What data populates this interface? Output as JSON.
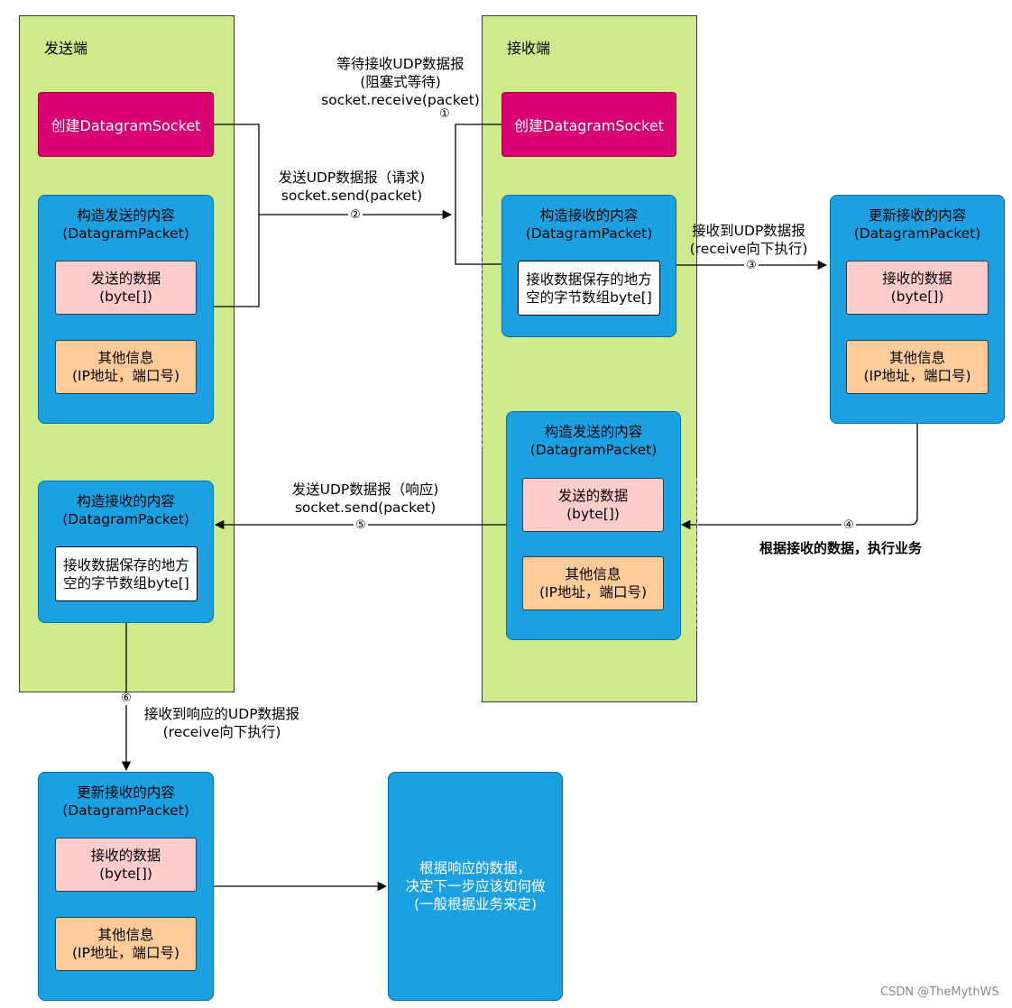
{
  "sender": {
    "title": "发送端",
    "create_socket": "创建DatagramSocket",
    "send_packet": {
      "title": "构造发送的内容\n(DatagramPacket)",
      "data": "发送的数据\n(byte[])",
      "info": "其他信息\n(IP地址，端口号)"
    },
    "recv_packet": {
      "title": "构造接收的内容\n(DatagramPacket)",
      "buffer": "接收数据保存的地方\n空的字节数组byte[]"
    }
  },
  "receiver": {
    "title": "接收端",
    "create_socket": "创建DatagramSocket",
    "recv_packet": {
      "title": "构造接收的内容\n(DatagramPacket)",
      "buffer": "接收数据保存的地方\n空的字节数组byte[]"
    },
    "send_packet": {
      "title": "构造发送的内容\n(DatagramPacket)",
      "data": "发送的数据\n(byte[])",
      "info": "其他信息\n(IP地址，端口号)"
    }
  },
  "server_updated": {
    "title": "更新接收的内容\n(DatagramPacket)",
    "data": "接收的数据\n(byte[])",
    "info": "其他信息\n(IP地址，端口号)"
  },
  "client_updated": {
    "title": "更新接收的内容\n(DatagramPacket)",
    "data": "接收的数据\n(byte[])",
    "info": "其他信息\n(IP地址，端口号)"
  },
  "final_box": "根据响应的数据，\n决定下一步应该如何做\n(一般根据业务来定)",
  "edges": {
    "wait_receive": "等待接收UDP数据报\n(阻塞式等待)\nsocket.receive(packet)",
    "send_request": "发送UDP数据报（请求)\nsocket.send(packet)",
    "received_request": "接收到UDP数据报\n(receive向下执行)",
    "business": "根据接收的数据，执行业务",
    "send_response": "发送UDP数据报（响应)\nsocket.send(packet)",
    "received_response": "接收到响应的UDP数据报\n(receive向下执行)"
  },
  "steps": [
    "①",
    "②",
    "③",
    "④",
    "⑤",
    "⑥"
  ],
  "watermark": "CSDN @TheMythWS"
}
